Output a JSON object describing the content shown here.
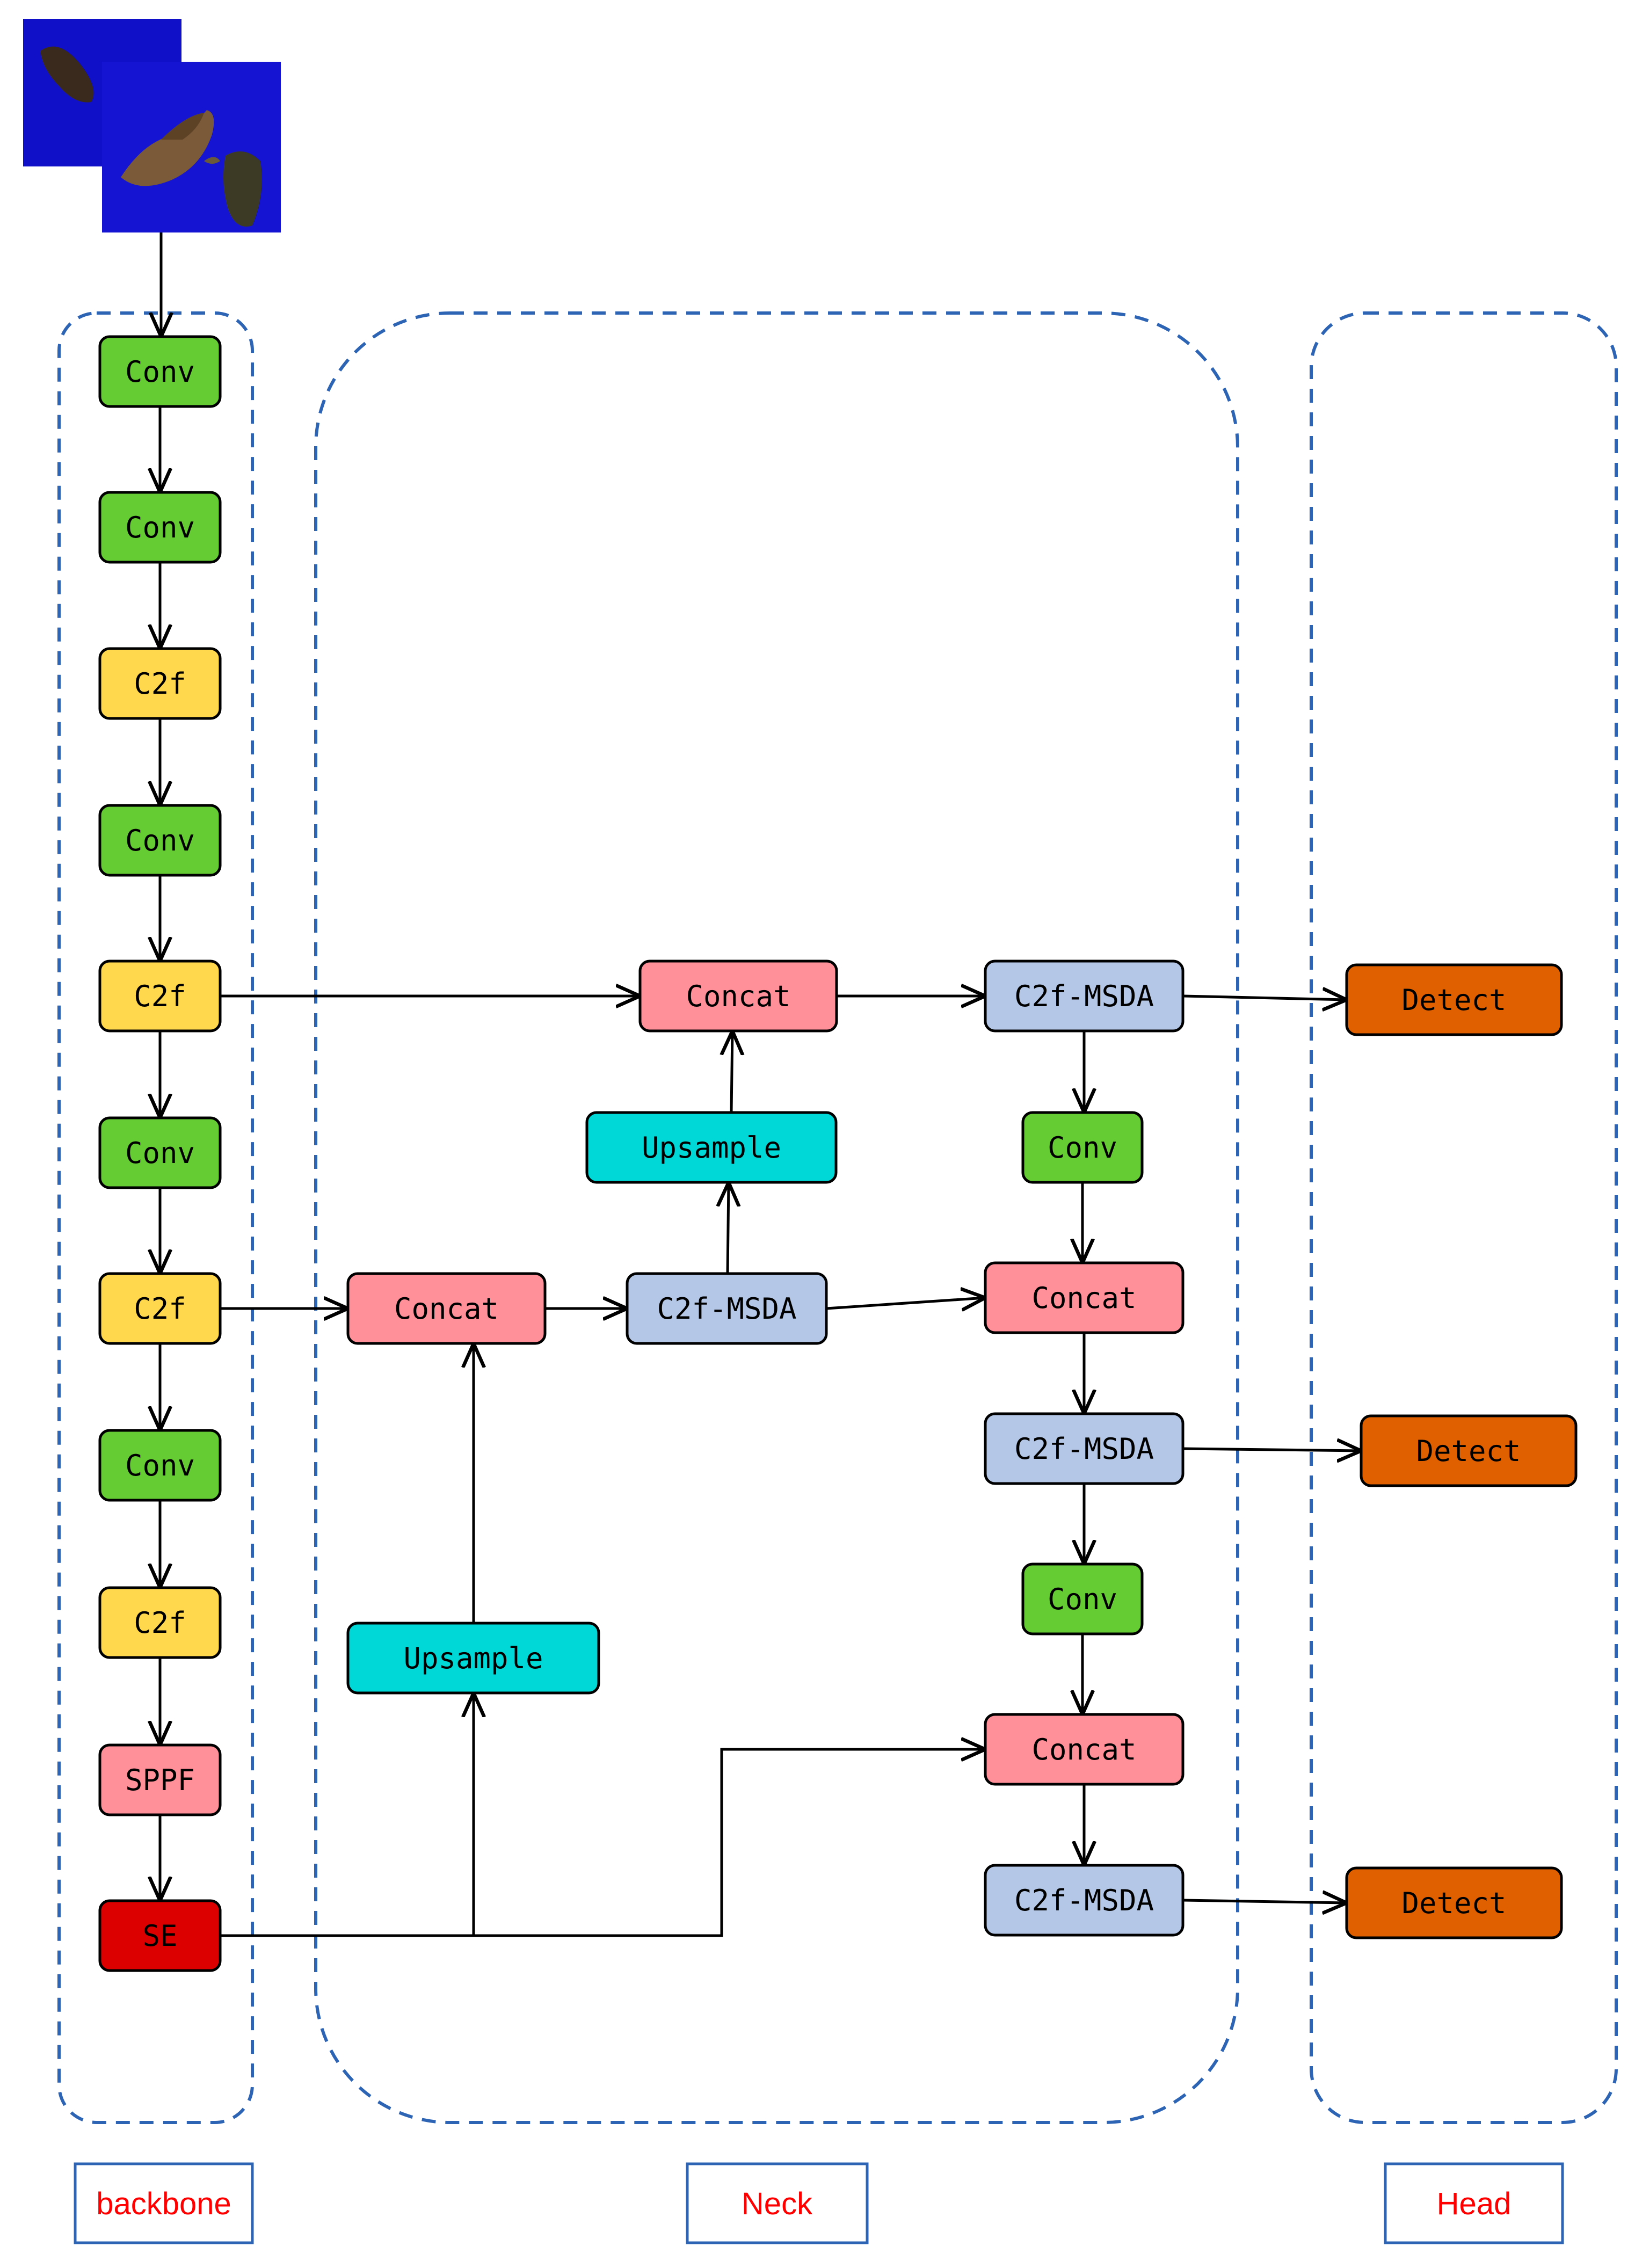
{
  "colors": {
    "conv": "#66cc33",
    "c2f": "#ffd84d",
    "sppf": "#ff909a",
    "se": "#dd0000",
    "concat": "#ff909a",
    "upsample": "#00d8d8",
    "c2f_msda": "#b4c7e7",
    "detect": "#e06000",
    "region_border": "#2e64b4",
    "section_label": "#ff0000",
    "section_box": "#2e64b4",
    "input_bg": "#1010c8"
  },
  "input_image": {
    "icon": "soybean-pod-photo-stack"
  },
  "regions": {
    "backbone": {
      "label": "backbone"
    },
    "neck": {
      "label": "Neck"
    },
    "head": {
      "label": "Head"
    }
  },
  "backbone": [
    {
      "id": "bb-conv-1",
      "type": "conv",
      "label": "Conv"
    },
    {
      "id": "bb-conv-2",
      "type": "conv",
      "label": "Conv"
    },
    {
      "id": "bb-c2f-1",
      "type": "c2f",
      "label": "C2f"
    },
    {
      "id": "bb-conv-3",
      "type": "conv",
      "label": "Conv"
    },
    {
      "id": "bb-c2f-2",
      "type": "c2f",
      "label": "C2f"
    },
    {
      "id": "bb-conv-4",
      "type": "conv",
      "label": "Conv"
    },
    {
      "id": "bb-c2f-3",
      "type": "c2f",
      "label": "C2f"
    },
    {
      "id": "bb-conv-5",
      "type": "conv",
      "label": "Conv"
    },
    {
      "id": "bb-c2f-4",
      "type": "c2f",
      "label": "C2f"
    },
    {
      "id": "bb-sppf",
      "type": "sppf",
      "label": "SPPF"
    },
    {
      "id": "bb-se",
      "type": "se",
      "label": "SE"
    }
  ],
  "neck": [
    {
      "id": "nk-concat-top",
      "type": "concat",
      "label": "Concat"
    },
    {
      "id": "nk-upsample-top",
      "type": "upsample",
      "label": "Upsample"
    },
    {
      "id": "nk-concat-mid",
      "type": "concat",
      "label": "Concat"
    },
    {
      "id": "nk-c2f-msda-mid",
      "type": "c2f_msda",
      "label": "C2f-MSDA"
    },
    {
      "id": "nk-upsample-bottom",
      "type": "upsample",
      "label": "Upsample"
    },
    {
      "id": "nk-c2f-msda-1",
      "type": "c2f_msda",
      "label": "C2f-MSDA"
    },
    {
      "id": "nk-conv-1",
      "type": "conv",
      "label": "Conv"
    },
    {
      "id": "nk-concat-2",
      "type": "concat",
      "label": "Concat"
    },
    {
      "id": "nk-c2f-msda-2",
      "type": "c2f_msda",
      "label": "C2f-MSDA"
    },
    {
      "id": "nk-conv-2",
      "type": "conv",
      "label": "Conv"
    },
    {
      "id": "nk-concat-3",
      "type": "concat",
      "label": "Concat"
    },
    {
      "id": "nk-c2f-msda-3",
      "type": "c2f_msda",
      "label": "C2f-MSDA"
    }
  ],
  "head": [
    {
      "id": "hd-detect-1",
      "type": "detect",
      "label": "Detect"
    },
    {
      "id": "hd-detect-2",
      "type": "detect",
      "label": "Detect"
    },
    {
      "id": "hd-detect-3",
      "type": "detect",
      "label": "Detect"
    }
  ],
  "edges": [
    [
      "input",
      "bb-conv-1"
    ],
    [
      "bb-conv-1",
      "bb-conv-2"
    ],
    [
      "bb-conv-2",
      "bb-c2f-1"
    ],
    [
      "bb-c2f-1",
      "bb-conv-3"
    ],
    [
      "bb-conv-3",
      "bb-c2f-2"
    ],
    [
      "bb-c2f-2",
      "bb-conv-4"
    ],
    [
      "bb-conv-4",
      "bb-c2f-3"
    ],
    [
      "bb-c2f-3",
      "bb-conv-5"
    ],
    [
      "bb-conv-5",
      "bb-c2f-4"
    ],
    [
      "bb-c2f-4",
      "bb-sppf"
    ],
    [
      "bb-sppf",
      "bb-se"
    ],
    [
      "bb-c2f-2",
      "nk-concat-top"
    ],
    [
      "bb-c2f-3",
      "nk-concat-mid"
    ],
    [
      "bb-se",
      "nk-upsample-bottom"
    ],
    [
      "nk-upsample-bottom",
      "nk-concat-mid"
    ],
    [
      "nk-concat-mid",
      "nk-c2f-msda-mid"
    ],
    [
      "nk-c2f-msda-mid",
      "nk-upsample-top"
    ],
    [
      "nk-upsample-top",
      "nk-concat-top"
    ],
    [
      "nk-c2f-msda-mid",
      "nk-concat-2"
    ],
    [
      "nk-concat-top",
      "nk-c2f-msda-1"
    ],
    [
      "nk-c2f-msda-1",
      "nk-conv-1"
    ],
    [
      "nk-conv-1",
      "nk-concat-2"
    ],
    [
      "nk-concat-2",
      "nk-c2f-msda-2"
    ],
    [
      "nk-c2f-msda-2",
      "nk-conv-2"
    ],
    [
      "nk-conv-2",
      "nk-concat-3"
    ],
    [
      "bb-se",
      "nk-concat-3"
    ],
    [
      "nk-concat-3",
      "nk-c2f-msda-3"
    ],
    [
      "nk-c2f-msda-1",
      "hd-detect-1"
    ],
    [
      "nk-c2f-msda-2",
      "hd-detect-2"
    ],
    [
      "nk-c2f-msda-3",
      "hd-detect-3"
    ]
  ]
}
